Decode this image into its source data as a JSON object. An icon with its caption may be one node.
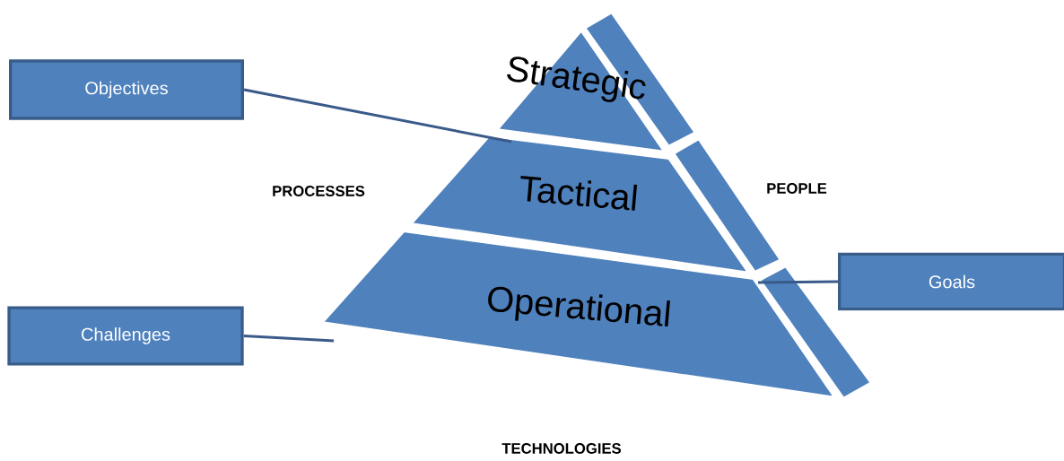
{
  "diagram": {
    "nodes": [
      {
        "text": [
          "Objectives"
        ]
      },
      {
        "text": [
          "Strategic"
        ]
      },
      {
        "text": [
          "Tactical"
        ]
      },
      {
        "text": [
          "Operational"
        ]
      },
      {
        "text": [
          "Challenges"
        ]
      },
      {
        "text": [
          "Goals"
        ]
      }
    ],
    "edges": [
      {
        "from": 0,
        "to": 2,
        "arrow": "none"
      },
      {
        "from": 4,
        "to": 3,
        "arrow": "none"
      },
      {
        "from": 5,
        "to": 3,
        "arrow": "none"
      }
    ],
    "labels": [
      "PROCESSES",
      "PEOPLE",
      "TECHNOLOGIES"
    ]
  }
}
